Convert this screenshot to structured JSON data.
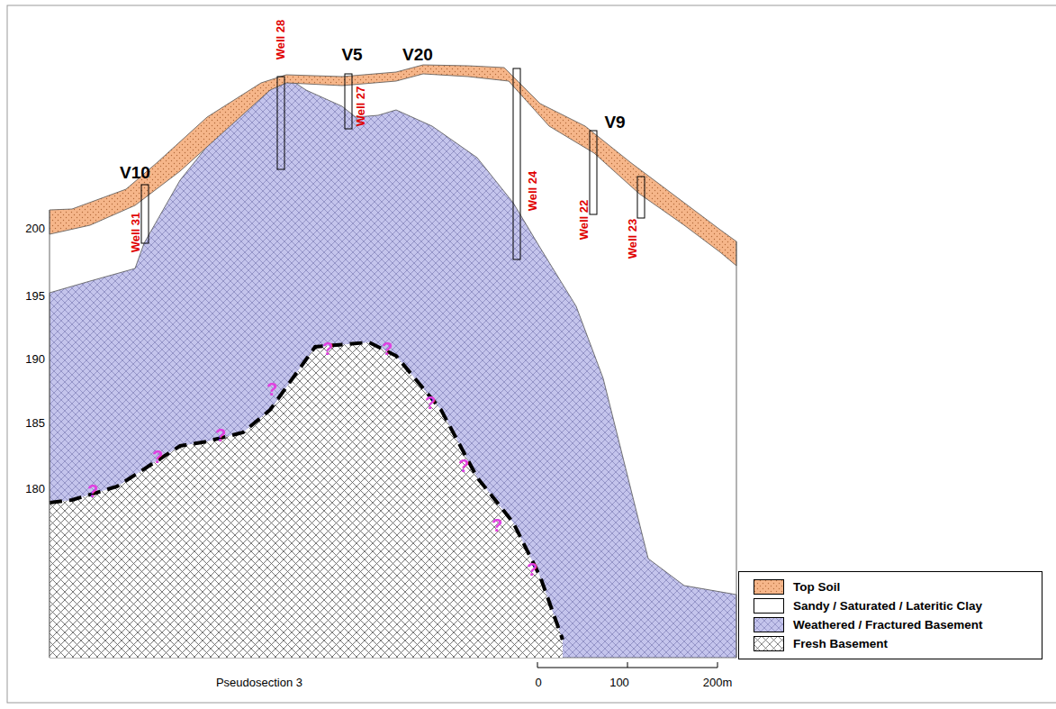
{
  "diagram": {
    "caption": "Pseudosection 3",
    "labels": [
      "Well 28",
      "V5",
      "V20",
      "Well 27",
      "V10",
      "Well 31",
      "Well 24",
      "V9",
      "Well 22",
      "Well 23",
      "200",
      "195",
      "190",
      "185",
      "180",
      "?",
      "?",
      "?",
      "?",
      "?",
      "?",
      "?",
      "?",
      "?",
      "?",
      "0",
      "100",
      "200m"
    ],
    "legend": [
      {
        "text": "Top Soil",
        "color": "#f6b68a"
      },
      {
        "text": "Sandy / Saturated / Lateritic Clay",
        "color": "#ffffff"
      },
      {
        "text": "Weathered / Fractured Basement",
        "color": "#c4c4ec"
      },
      {
        "text": "Fresh Basement",
        "color": "#ffffff"
      }
    ]
  }
}
